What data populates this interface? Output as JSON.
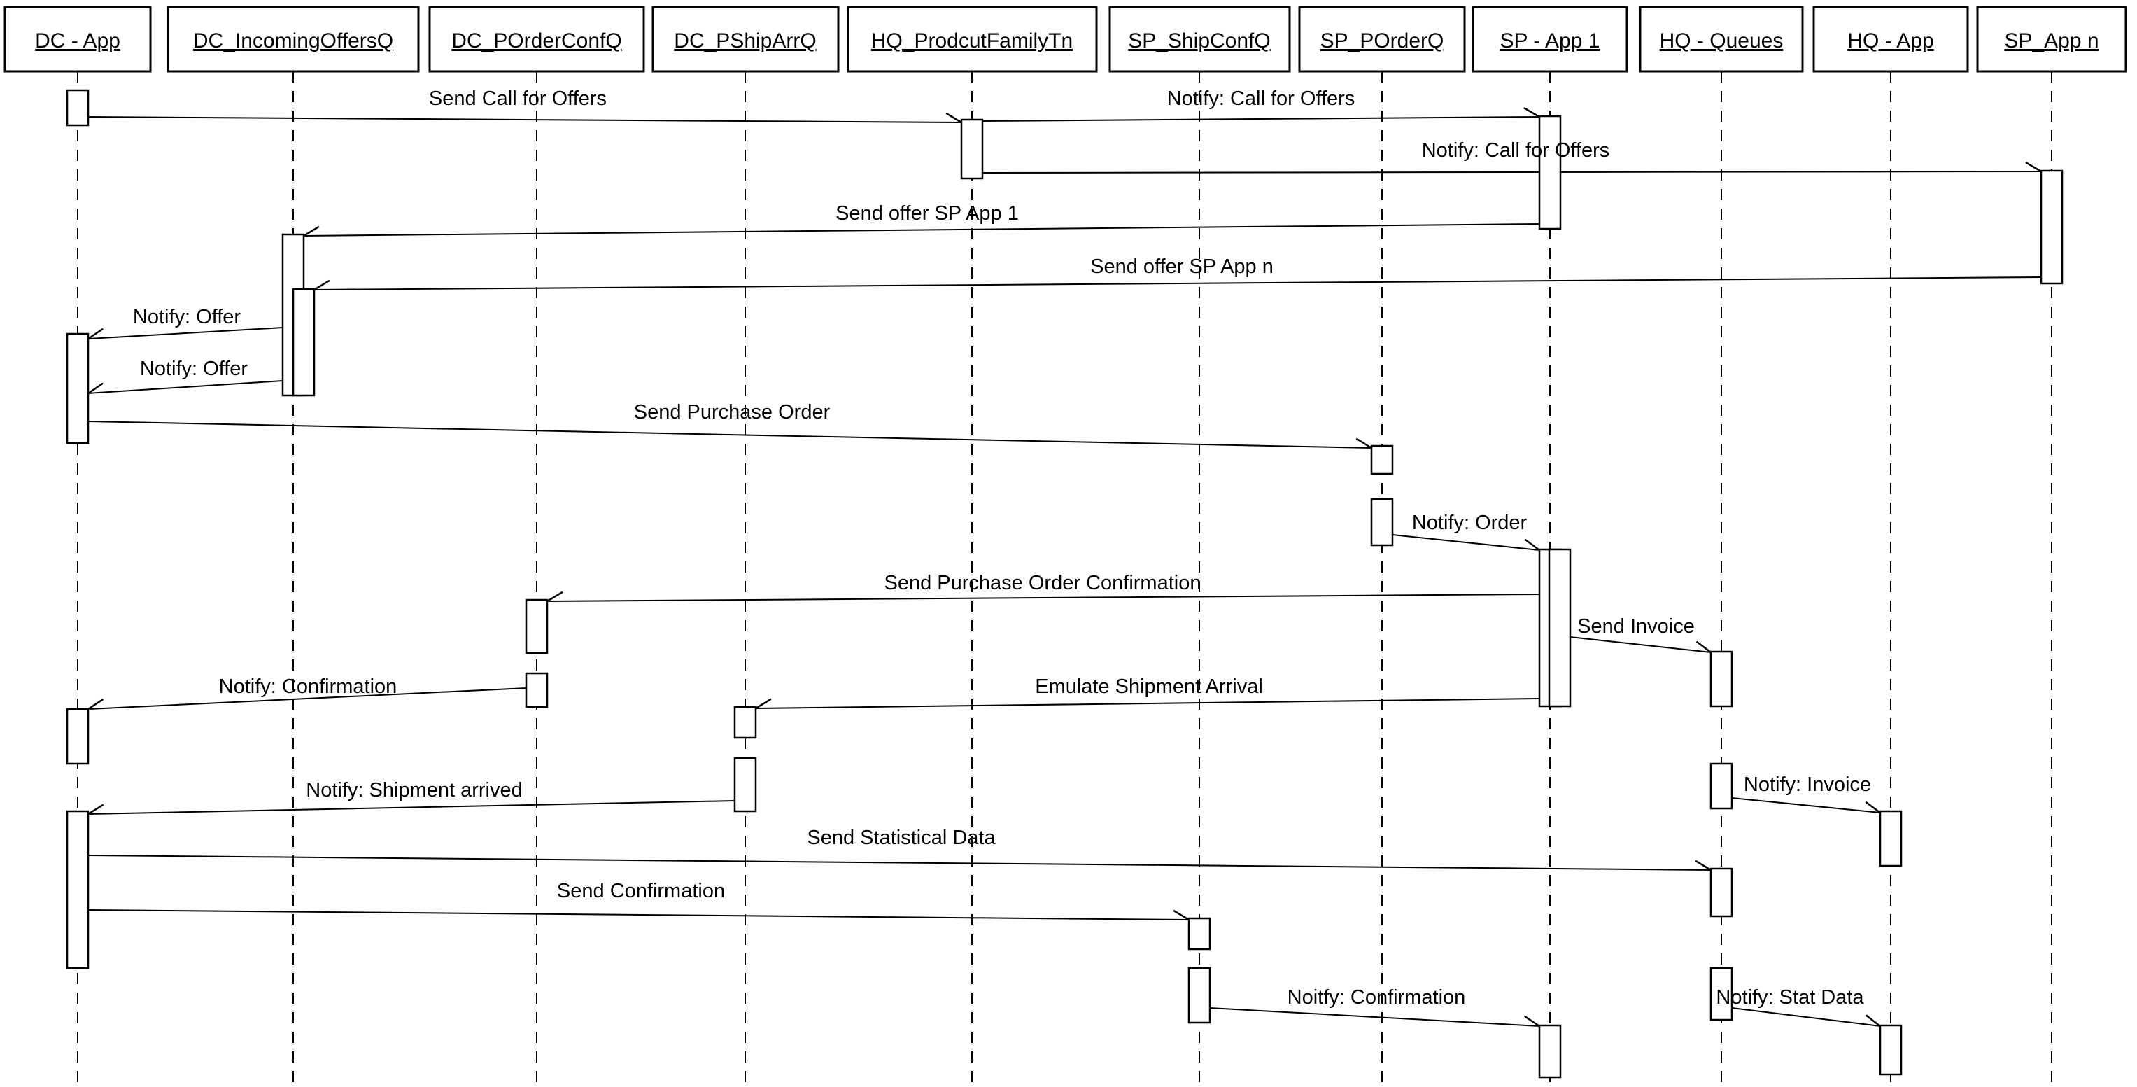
{
  "colors": {
    "stroke": "#000000",
    "background": "#ffffff"
  },
  "diagram_type": "uml-sequence-diagram",
  "lifelines": [
    {
      "id": "dc-app",
      "label": "DC - App"
    },
    {
      "id": "dc-incoming-offers-q",
      "label": "DC_IncomingOffersQ"
    },
    {
      "id": "dc-porder-conf-q",
      "label": "DC_POrderConfQ"
    },
    {
      "id": "dc-pship-arr-q",
      "label": "DC_PShipArrQ"
    },
    {
      "id": "hq-prodcut-family-tn",
      "label": "HQ_ProdcutFamilyTn"
    },
    {
      "id": "sp-ship-conf-q",
      "label": "SP_ShipConfQ"
    },
    {
      "id": "sp-porder-q",
      "label": "SP_POrderQ"
    },
    {
      "id": "sp-app-1",
      "label": "SP - App 1"
    },
    {
      "id": "hq-queues",
      "label": "HQ - Queues"
    },
    {
      "id": "hq-app",
      "label": "HQ - App"
    },
    {
      "id": "sp-app-n",
      "label": "SP_App n"
    }
  ],
  "messages": [
    {
      "label": "Send Call for Offers",
      "from": "dc-app",
      "to": "hq-prodcut-family-tn"
    },
    {
      "label": "Notify: Call for Offers",
      "from": "hq-prodcut-family-tn",
      "to": "sp-app-1"
    },
    {
      "label": "Notify: Call for Offers",
      "from": "hq-prodcut-family-tn",
      "to": "sp-app-n"
    },
    {
      "label": "Send offer SP App 1",
      "from": "sp-app-1",
      "to": "dc-incoming-offers-q"
    },
    {
      "label": "Send offer SP App n",
      "from": "sp-app-n",
      "to": "dc-incoming-offers-q"
    },
    {
      "label": "Notify: Offer",
      "from": "dc-incoming-offers-q",
      "to": "dc-app"
    },
    {
      "label": "Notify: Offer",
      "from": "dc-incoming-offers-q",
      "to": "dc-app"
    },
    {
      "label": "Send Purchase Order",
      "from": "dc-app",
      "to": "sp-porder-q"
    },
    {
      "label": "Notify: Order",
      "from": "sp-porder-q",
      "to": "sp-app-1"
    },
    {
      "label": "Send Purchase Order Confirmation",
      "from": "sp-app-1",
      "to": "dc-porder-conf-q"
    },
    {
      "label": "Send Invoice",
      "from": "sp-app-1",
      "to": "hq-queues"
    },
    {
      "label": "Notify: Confirmation",
      "from": "dc-porder-conf-q",
      "to": "dc-app"
    },
    {
      "label": "Emulate Shipment Arrival",
      "from": "sp-app-1",
      "to": "dc-pship-arr-q"
    },
    {
      "label": "Notify: Shipment arrived",
      "from": "dc-pship-arr-q",
      "to": "dc-app"
    },
    {
      "label": "Notify: Invoice",
      "from": "hq-queues",
      "to": "hq-app"
    },
    {
      "label": "Send Statistical Data",
      "from": "dc-app",
      "to": "hq-queues"
    },
    {
      "label": "Send Confirmation",
      "from": "dc-app",
      "to": "sp-ship-conf-q"
    },
    {
      "label": "Noitfy: Confirmation",
      "from": "sp-ship-conf-q",
      "to": "sp-app-1"
    },
    {
      "label": "Notify: Stat Data",
      "from": "hq-queues",
      "to": "hq-app"
    }
  ]
}
